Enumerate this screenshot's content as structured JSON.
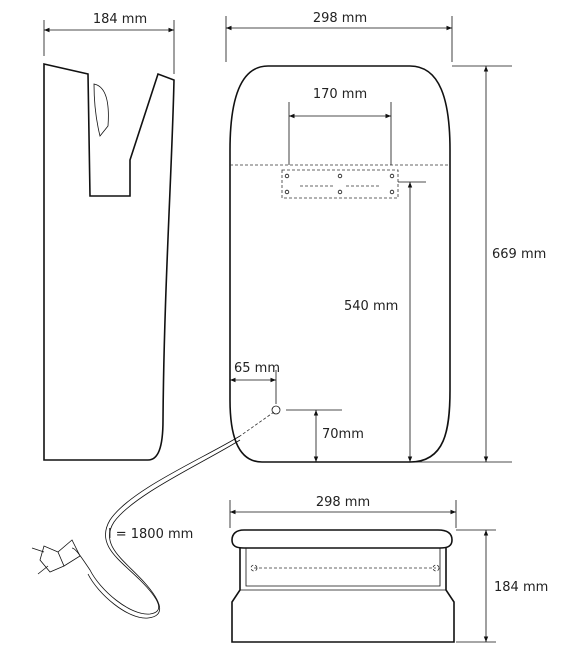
{
  "dimensions": {
    "side_width": "184 mm",
    "front_width": "298 mm",
    "mount_width": "170 mm",
    "height": "669 mm",
    "mount_height": "540 mm",
    "cable_offset_x": "65 mm",
    "cable_height": "70mm",
    "cable_length": "l = 1800 mm",
    "top_width": "298 mm",
    "top_depth": "184 mm"
  },
  "colors": {
    "line": "#111111",
    "text": "#222222",
    "background": "#ffffff"
  }
}
